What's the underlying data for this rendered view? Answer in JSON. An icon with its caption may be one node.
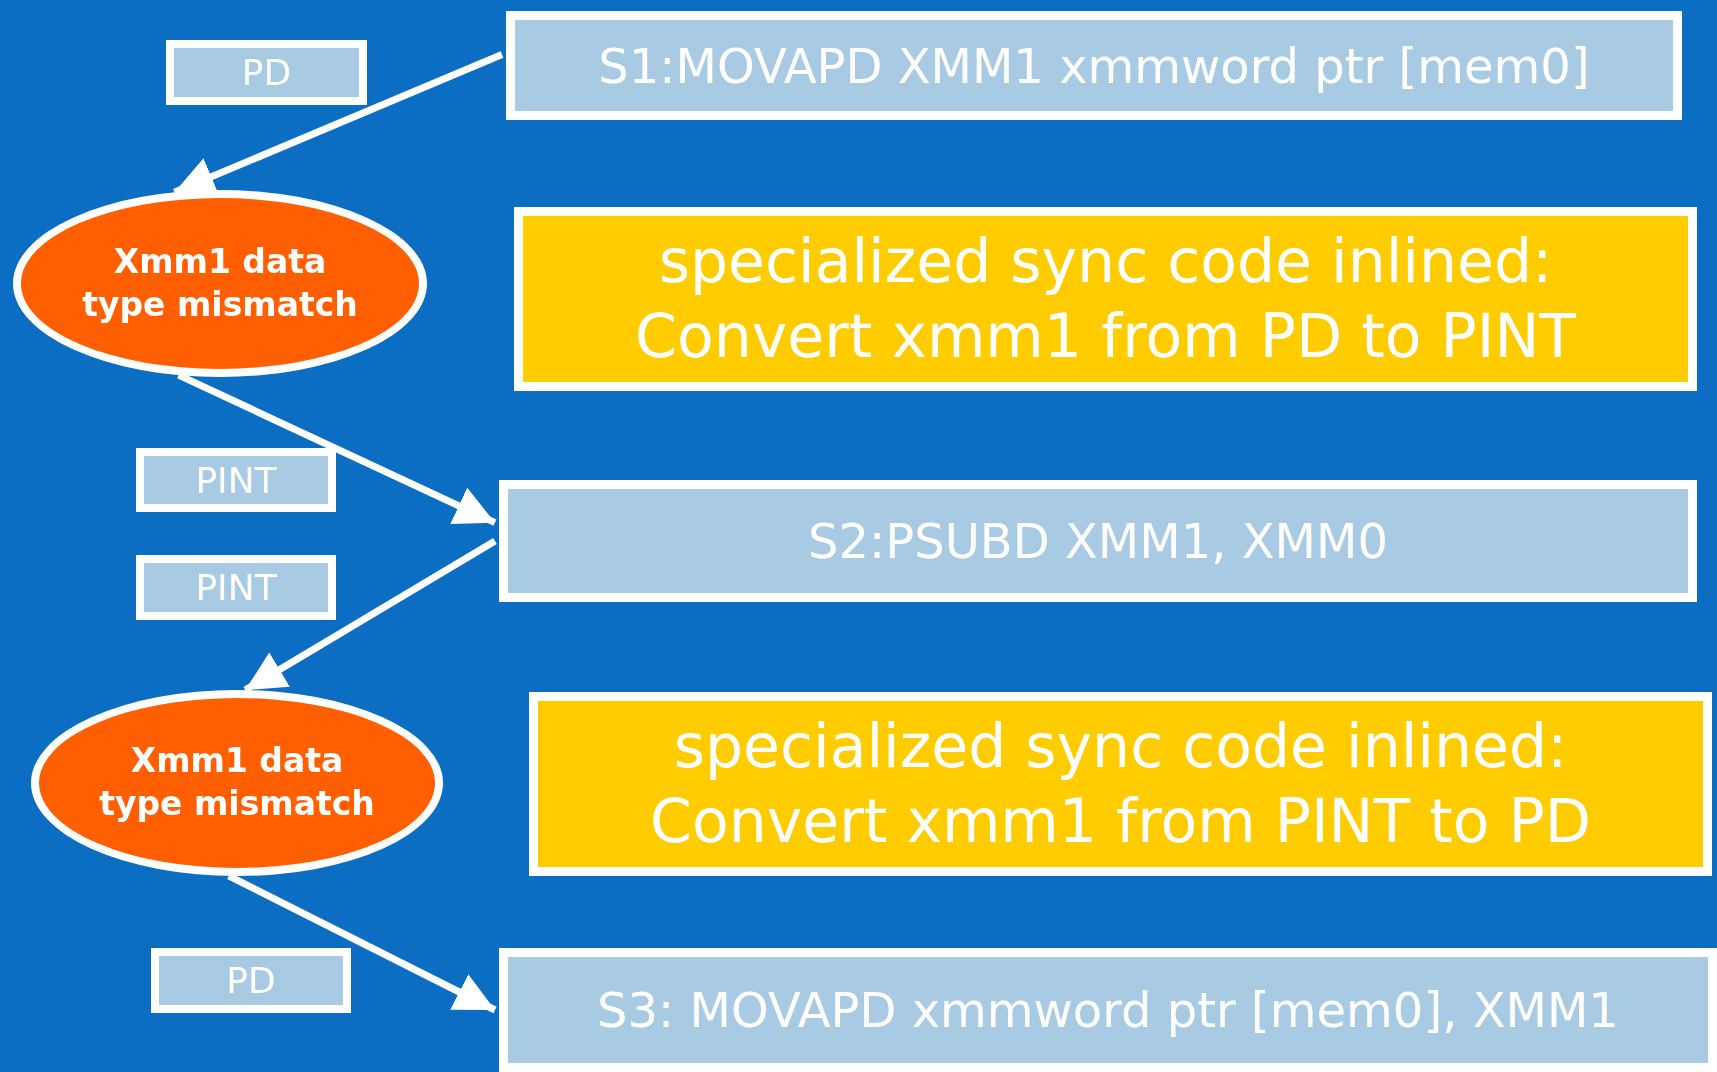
{
  "diagram": {
    "nodes": [
      {
        "text": [
          "PD"
        ]
      },
      {
        "text": [
          "S1:MOVAPD XMM1 xmmword ptr [mem0]"
        ]
      },
      {
        "text": [
          "Xmm1 data type mismatch"
        ]
      },
      {
        "text": [
          "specialized sync code inlined: Convert xmm1 from PD to PINT"
        ]
      },
      {
        "text": [
          "PINT"
        ]
      },
      {
        "text": [
          "S2:PSUBD XMM1, XMM0"
        ]
      },
      {
        "text": [
          "PINT"
        ]
      },
      {
        "text": [
          "Xmm1 data type mismatch"
        ]
      },
      {
        "text": [
          "specialized sync code inlined: Convert xmm1 from PINT to PD"
        ]
      },
      {
        "text": [
          "PD"
        ]
      },
      {
        "text": [
          "S3: MOVAPD xmmword ptr [mem0], XMM1"
        ]
      }
    ],
    "edges": [
      {
        "from": 1,
        "to": 2,
        "arrow": "to"
      },
      {
        "from": 2,
        "to": 5,
        "arrow": "to"
      },
      {
        "from": 5,
        "to": 7,
        "arrow": "to"
      },
      {
        "from": 7,
        "to": 10,
        "arrow": "to"
      }
    ]
  }
}
